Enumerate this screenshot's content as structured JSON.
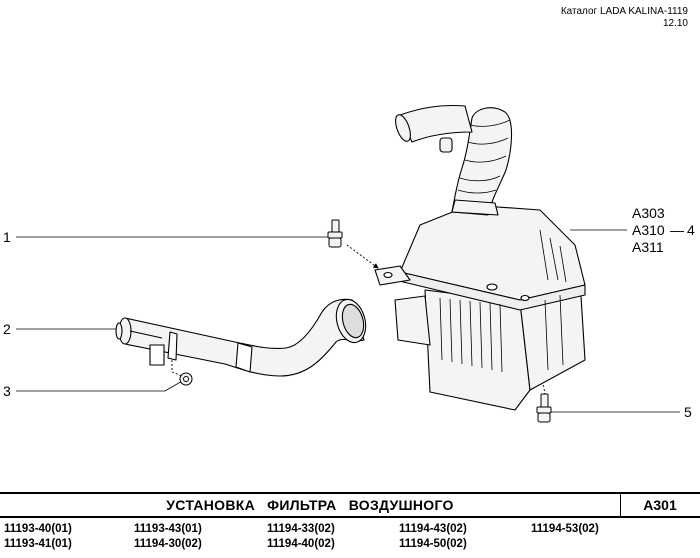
{
  "header": {
    "catalog": "Каталог LADA KALINA-1119",
    "date": "12.10"
  },
  "callouts": [
    {
      "number": "1",
      "part": "bolt"
    },
    {
      "number": "2",
      "part": "air-intake-pipe"
    },
    {
      "number": "3",
      "part": "nut"
    },
    {
      "number": "4",
      "part": "air-filter-assembly"
    },
    {
      "number": "5",
      "part": "mounting-bolt"
    }
  ],
  "assembly_refs": [
    "A303",
    "A310",
    "A311"
  ],
  "assembly_ref_connector": "—",
  "title": {
    "text": "УСТАНОВКА ФИЛЬТРА ВОЗДУШНОГО",
    "code": "A301"
  },
  "models": [
    [
      "11193-40(01)",
      "11193-41(01)"
    ],
    [
      "11193-43(01)",
      "11194-30(02)"
    ],
    [
      "11194-33(02)",
      "11194-40(02)"
    ],
    [
      "11194-43(02)",
      "11194-50(02)"
    ],
    [
      "11194-53(02)"
    ]
  ],
  "colors": {
    "line": "#000000",
    "background": "#ffffff",
    "part_fill": "#f4f4f4"
  }
}
